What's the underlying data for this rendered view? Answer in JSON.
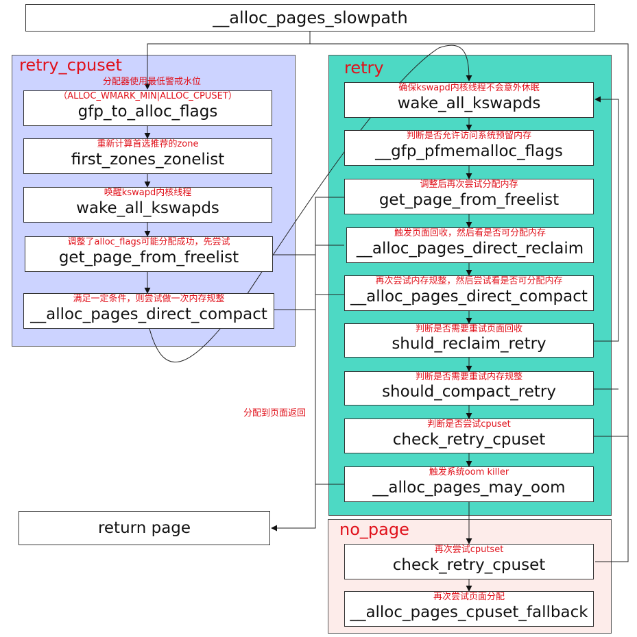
{
  "top_box": "__alloc_pages_slowpath",
  "groups": {
    "retry_cpuset": {
      "title": "retry_cpuset",
      "color": "#ccd3ff",
      "boxes": [
        {
          "fn": "gfp_to_alloc_flags",
          "note": "分配器使用最低警戒水位",
          "note2": "（ALLOC_WMARK_MIN|ALLOC_CPUSET）"
        },
        {
          "fn": "first_zones_zonelist",
          "note": "重新计算首选推荐的zone"
        },
        {
          "fn": "wake_all_kswapds",
          "note": "唤醒kswapd内核线程"
        },
        {
          "fn": "get_page_from_freelist",
          "note": "调整了alloc_flags可能分配成功，先尝试"
        },
        {
          "fn": "__alloc_pages_direct_compact",
          "note": "满足一定条件，则尝试做一次内存规整"
        }
      ]
    },
    "retry": {
      "title": "retry",
      "color": "#4dd9c4",
      "boxes": [
        {
          "fn": "wake_all_kswapds",
          "note": "确保kswapd内核线程不会意外休眠"
        },
        {
          "fn": "__gfp_pfmemalloc_flags",
          "note": "判断是否允许访问系统预留内存"
        },
        {
          "fn": "get_page_from_freelist",
          "note": "调整后再次尝试分配内存"
        },
        {
          "fn": "__alloc_pages_direct_reclaim",
          "note": "触发页面回收，然后看是否可分配内存"
        },
        {
          "fn": "__alloc_pages_direct_compact",
          "note": "再次尝试内存规整，然后尝试看是否可分配内存"
        },
        {
          "fn": "shuld_reclaim_retry",
          "note": "判断是否需要重试页面回收"
        },
        {
          "fn": "should_compact_retry",
          "note": "判断是否需要重试内存规整"
        },
        {
          "fn": "check_retry_cpuset",
          "note": "判断是否尝试cpuset"
        },
        {
          "fn": "__alloc_pages_may_oom",
          "note": "触发系统oom killer"
        }
      ]
    },
    "no_page": {
      "title": "no_page",
      "color": "#fdecea",
      "boxes": [
        {
          "fn": "check_retry_cpuset",
          "note": "再次尝试cputset"
        },
        {
          "fn": "__alloc_pages_cpuset_fallback",
          "note": "再次尝试页面分配"
        }
      ]
    }
  },
  "return_box": "return page",
  "return_note": "分配到页面返回"
}
